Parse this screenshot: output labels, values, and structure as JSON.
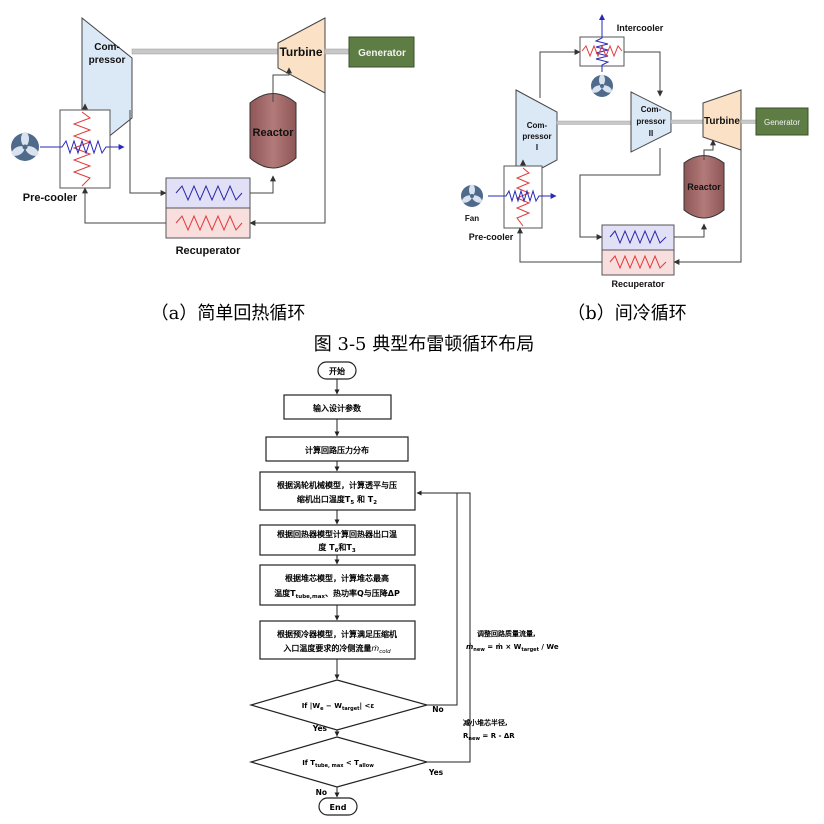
{
  "diagram_a": {
    "compressor": "Com-",
    "compressor2": "pressor",
    "turbine": "Turbine",
    "generator": "Generator",
    "reactor": "Reactor",
    "precooler": "Pre-cooler",
    "recuperator": "Recuperator",
    "caption": "（a）简单回热循环"
  },
  "diagram_b": {
    "intercooler": "Intercooler",
    "compressor1_a": "Com-",
    "compressor1_b": "pressor",
    "compressor1_c": "I",
    "compressor2_a": "Com-",
    "compressor2_b": "pressor",
    "compressor2_c": "II",
    "turbine": "Turbine",
    "generator": "Generator",
    "reactor": "Reactor",
    "fan": "Fan",
    "precooler": "Pre-cooler",
    "recuperator": "Recuperator",
    "caption": "（b）间冷循环"
  },
  "figure_caption": "图 3-5 典型布雷顿循环布局",
  "flowchart": {
    "start": "开始",
    "step1": "输入设计参数",
    "step2": "计算回路压力分布",
    "step3_l1": "根据涡轮机械模型，计算透平与压",
    "step3_l2": "缩机出口温度T",
    "step3_s1": "5",
    "step3_mid": " 和 T",
    "step3_s2": "2",
    "step4_l1": "根据回热器模型计算回热器出口温",
    "step4_l2": "度 T",
    "step4_s1": "6",
    "step4_mid": "和T",
    "step4_s2": "3",
    "step5_l1": "根据堆芯模型，计算堆芯最高",
    "step5_l2a": "温度T",
    "step5_l2s": "tube,max",
    "step5_l2b": "、热功率Q与压降ΔP",
    "step6_l1": "根据预冷器模型，计算满足压缩机",
    "step6_l2a": "入口温度要求的冷侧流量",
    "step6_l2m": "ṁ",
    "step6_l2s": "cold",
    "dec1_a": "If |W",
    "dec1_s1": "e",
    "dec1_b": " − W",
    "dec1_s2": "target",
    "dec1_c": "| <ε",
    "dec2_a": "If T",
    "dec2_s1": "tube, max",
    "dec2_b": " < T",
    "dec2_s2": "allow",
    "yes1": "Yes",
    "no1": "No",
    "yes2": "Yes",
    "no2": "No",
    "end": "End",
    "adjust_l1": "调整回路质量流量,",
    "adjust_l2a": "ṁ",
    "adjust_l2s": "new",
    "adjust_l2b": " = ṁ × W",
    "adjust_l2s2": "target",
    "adjust_l2c": " / We",
    "reduce_l1": "减小堆芯半径,",
    "reduce_l2a": "R",
    "reduce_l2s": "new",
    "reduce_l2b": " = R - ΔR"
  },
  "colors": {
    "compressor_fill": "#dbe8f6",
    "turbine_fill": "#fbe2c6",
    "generator_fill": "#5d7d44",
    "reactor_fill": "#a76a6a",
    "recup_top": "#e2e0f7",
    "recup_bottom": "#f9dede",
    "zigzag_blue": "#2a2aa8",
    "zigzag_red": "#e03a3a"
  }
}
